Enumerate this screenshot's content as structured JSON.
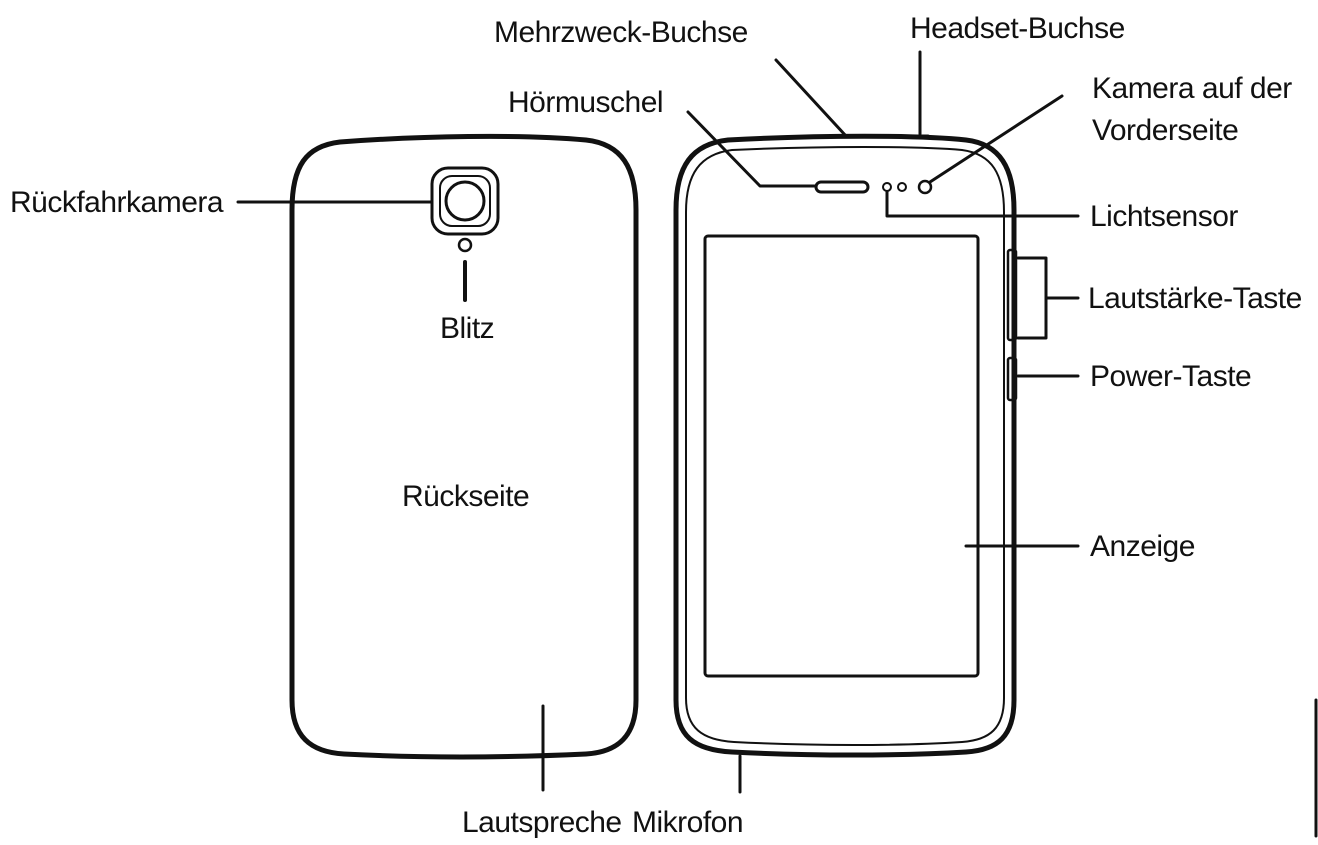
{
  "labels": {
    "multipurpose_jack": "Mehrzweck-Buchse",
    "headset_jack": "Headset-Buchse",
    "earpiece": "Hörmuschel",
    "front_camera_line1": "Kamera auf der",
    "front_camera_line2": "Vorderseite",
    "rear_camera": "Rückfahrkamera",
    "light_sensor": "Lichtsensor",
    "flash": "Blitz",
    "volume_key": "Lautstärke-Taste",
    "power_key": "Power-Taste",
    "back_side": "Rückseite",
    "display": "Anzeige",
    "speaker": "Lautspreche",
    "microphone": "Mikrofon"
  },
  "colors": {
    "ink": "#111111",
    "background": "#ffffff"
  }
}
